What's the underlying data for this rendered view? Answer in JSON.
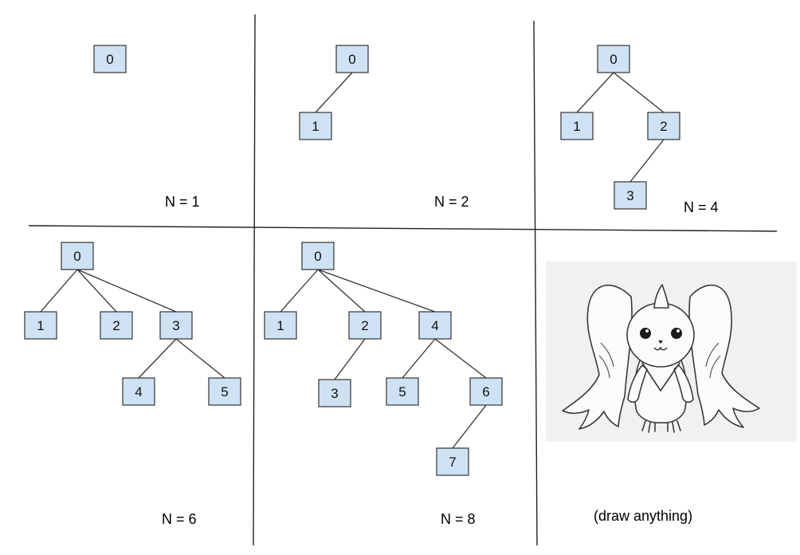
{
  "colors": {
    "node_fill": "#cfe2f3",
    "node_stroke": "#333333",
    "edge": "#333333",
    "divider": "#222222",
    "text": "#111111"
  },
  "panels": [
    {
      "id": "n1",
      "caption": "N = 1",
      "nodes": [
        {
          "id": "0",
          "label": "0"
        }
      ],
      "edges": []
    },
    {
      "id": "n2",
      "caption": "N = 2",
      "nodes": [
        {
          "id": "0",
          "label": "0"
        },
        {
          "id": "1",
          "label": "1"
        }
      ],
      "edges": [
        [
          "0",
          "1"
        ]
      ]
    },
    {
      "id": "n4",
      "caption": "N = 4",
      "nodes": [
        {
          "id": "0",
          "label": "0"
        },
        {
          "id": "1",
          "label": "1"
        },
        {
          "id": "2",
          "label": "2"
        },
        {
          "id": "3",
          "label": "3"
        }
      ],
      "edges": [
        [
          "0",
          "1"
        ],
        [
          "0",
          "2"
        ],
        [
          "2",
          "3"
        ]
      ]
    },
    {
      "id": "n6",
      "caption": "N = 6",
      "nodes": [
        {
          "id": "0",
          "label": "0"
        },
        {
          "id": "1",
          "label": "1"
        },
        {
          "id": "2",
          "label": "2"
        },
        {
          "id": "3",
          "label": "3"
        },
        {
          "id": "4",
          "label": "4"
        },
        {
          "id": "5",
          "label": "5"
        }
      ],
      "edges": [
        [
          "0",
          "1"
        ],
        [
          "0",
          "2"
        ],
        [
          "0",
          "3"
        ],
        [
          "3",
          "4"
        ],
        [
          "3",
          "5"
        ]
      ]
    },
    {
      "id": "n8",
      "caption": "N = 8",
      "nodes": [
        {
          "id": "0",
          "label": "0"
        },
        {
          "id": "1",
          "label": "1"
        },
        {
          "id": "2",
          "label": "2"
        },
        {
          "id": "3",
          "label": "3"
        },
        {
          "id": "4",
          "label": "4"
        },
        {
          "id": "5",
          "label": "5"
        },
        {
          "id": "6",
          "label": "6"
        },
        {
          "id": "7",
          "label": "7"
        }
      ],
      "edges": [
        [
          "0",
          "1"
        ],
        [
          "0",
          "2"
        ],
        [
          "0",
          "4"
        ],
        [
          "2",
          "3"
        ],
        [
          "4",
          "5"
        ],
        [
          "4",
          "6"
        ],
        [
          "6",
          "7"
        ]
      ]
    }
  ],
  "drawing_panel": {
    "caption": "(draw anything)",
    "image_icon": "sketch-creature-drawing"
  }
}
